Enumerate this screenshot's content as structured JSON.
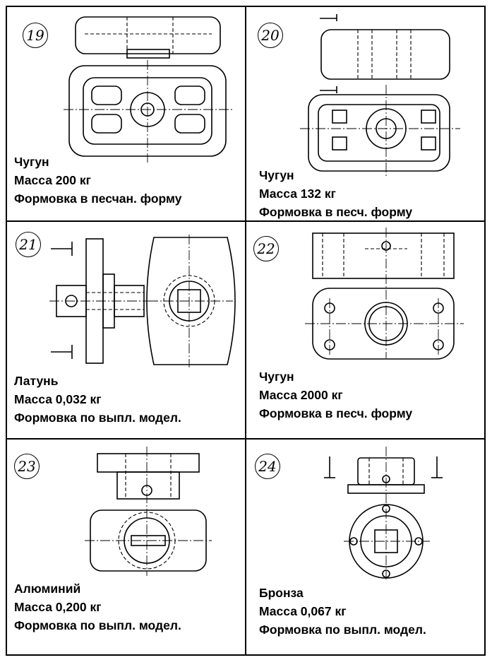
{
  "cells": [
    {
      "id": "19",
      "material": "Чугун",
      "mass": "Масса 200 кг",
      "method": "Формовка в песчан. форму"
    },
    {
      "id": "20",
      "material": "Чугун",
      "mass": "Масса 132 кг",
      "method": "Формовка в песч. форму"
    },
    {
      "id": "21",
      "material": "Латунь",
      "mass": "Масса 0,032 кг",
      "method": "Формовка по выпл. модел."
    },
    {
      "id": "22",
      "material": "Чугун",
      "mass": "Масса 2000 кг",
      "method": "Формовка в песч. форму"
    },
    {
      "id": "23",
      "material": "Алюминий",
      "mass": "Масса 0,200 кг",
      "method": "Формовка по выпл. модел."
    },
    {
      "id": "24",
      "material": "Бронза",
      "mass": "Масса 0,067 кг",
      "method": "Формовка по выпл. модел."
    }
  ]
}
